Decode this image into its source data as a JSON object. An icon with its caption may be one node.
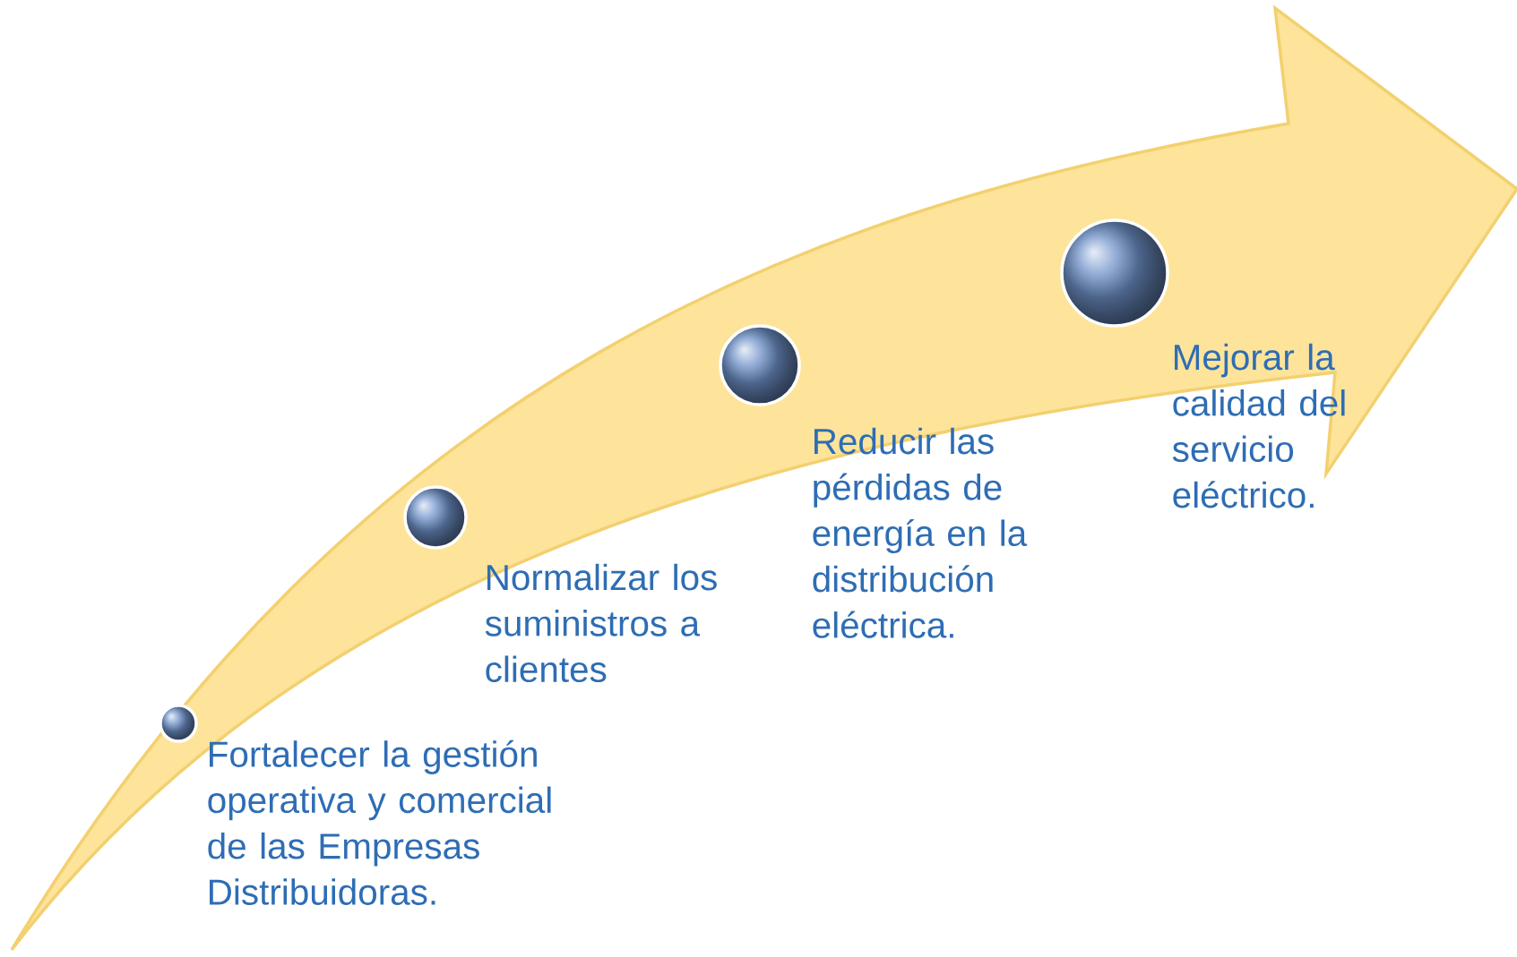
{
  "diagram": {
    "nodes": [
      {
        "text": [],
        "shape": "circle",
        "beside": [
          "Fortalecer la gestión operativa y comercial de las Empresas Distribuidoras."
        ]
      },
      {
        "text": [],
        "shape": "circle",
        "beside": [
          "Normalizar los suministros a clientes"
        ]
      },
      {
        "text": [],
        "shape": "circle",
        "beside": [
          "Reducir las pérdidas de energía en la distribución eléctrica."
        ]
      },
      {
        "text": [],
        "shape": "circle",
        "beside": [
          "Mejorar la calidad del servicio eléctrico."
        ]
      }
    ]
  }
}
